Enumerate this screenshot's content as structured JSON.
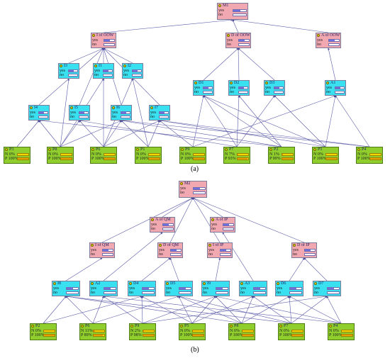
{
  "panels": [
    {
      "caption": "(a)",
      "nodes": [
        {
          "id": "M1",
          "label": "M1",
          "kind": "pink",
          "rows": [
            "yes",
            "no"
          ]
        },
        {
          "id": "IOOW",
          "label": "I of OOW",
          "kind": "pink",
          "rows": [
            "yes",
            "no"
          ]
        },
        {
          "id": "DOOW",
          "label": "D of OOW",
          "kind": "pink",
          "rows": [
            "yes",
            "no"
          ]
        },
        {
          "id": "AOOW",
          "label": "A of OOW",
          "kind": "pink",
          "rows": [
            "yes",
            "no"
          ]
        },
        {
          "id": "I3",
          "label": "I3",
          "kind": "cyan",
          "rows": [
            "yes",
            "no"
          ]
        },
        {
          "id": "I1",
          "label": "I1",
          "kind": "cyan",
          "rows": [
            "yes",
            "no"
          ]
        },
        {
          "id": "I2",
          "label": "I2",
          "kind": "cyan",
          "rows": [
            "yes",
            "no"
          ]
        },
        {
          "id": "D1",
          "label": "D1",
          "kind": "cyan",
          "rows": [
            "yes",
            "no"
          ]
        },
        {
          "id": "D2",
          "label": "D2",
          "kind": "cyan",
          "rows": [
            "yes",
            "no"
          ]
        },
        {
          "id": "D3",
          "label": "D3",
          "kind": "cyan",
          "rows": [
            "yes",
            "no"
          ]
        },
        {
          "id": "A1",
          "label": "A1",
          "kind": "cyan",
          "rows": [
            "yes",
            "no"
          ]
        },
        {
          "id": "I4",
          "label": "I4",
          "kind": "cyan",
          "rows": [
            "yes",
            "no"
          ]
        },
        {
          "id": "I5",
          "label": "I5",
          "kind": "cyan",
          "rows": [
            "yes",
            "no"
          ]
        },
        {
          "id": "I6",
          "label": "I6",
          "kind": "cyan",
          "rows": [
            "yes",
            "no"
          ]
        },
        {
          "id": "I7",
          "label": "I7",
          "kind": "cyan",
          "rows": [
            "yes",
            "no"
          ]
        },
        {
          "id": "P3a",
          "label": "P3",
          "kind": "green",
          "rows": [
            "N 0%",
            "P 100%"
          ]
        },
        {
          "id": "P8a",
          "label": "P8",
          "kind": "green",
          "rows": [
            "N 0%",
            "P 100%"
          ]
        },
        {
          "id": "P6a",
          "label": "P6",
          "kind": "green",
          "rows": [
            "N 0%",
            "P 100%"
          ]
        },
        {
          "id": "P1a",
          "label": "P1",
          "kind": "green",
          "rows": [
            "N 0%",
            "P 100%"
          ]
        },
        {
          "id": "P9a",
          "label": "P9",
          "kind": "green",
          "rows": [
            "N 0%",
            "P 100%"
          ]
        },
        {
          "id": "P7a",
          "label": "P7",
          "kind": "green",
          "rows": [
            "N 7%",
            "P 93%"
          ]
        },
        {
          "id": "P2a",
          "label": "P2",
          "kind": "green",
          "rows": [
            "N 1%",
            "P 99%"
          ]
        },
        {
          "id": "P5a",
          "label": "P5",
          "kind": "green",
          "rows": [
            "N 0%",
            "P 100%"
          ]
        },
        {
          "id": "P4a",
          "label": "P4",
          "kind": "green",
          "rows": [
            "N 0%",
            "P 100%"
          ]
        }
      ]
    },
    {
      "caption": "(b)",
      "nodes": [
        {
          "id": "M2",
          "label": "M2",
          "kind": "pink",
          "rows": [
            "yes",
            "no"
          ]
        },
        {
          "id": "AQM",
          "label": "A of QM",
          "kind": "pink",
          "rows": [
            "yes",
            "no"
          ]
        },
        {
          "id": "AIP",
          "label": "A of IP",
          "kind": "pink",
          "rows": [
            "yes",
            "no"
          ]
        },
        {
          "id": "IQM",
          "label": "I of QM",
          "kind": "pink",
          "rows": [
            "yes",
            "no"
          ]
        },
        {
          "id": "DQM",
          "label": "D of QM",
          "kind": "pink",
          "rows": [
            "yes",
            "no"
          ]
        },
        {
          "id": "IIP",
          "label": "I of IP",
          "kind": "pink",
          "rows": [
            "yes",
            "no"
          ]
        },
        {
          "id": "DIP",
          "label": "D of IP",
          "kind": "pink",
          "rows": [
            "yes",
            "no"
          ]
        },
        {
          "id": "I8",
          "label": "I8",
          "kind": "cyan",
          "rows": [
            "yes",
            "no"
          ]
        },
        {
          "id": "A2",
          "label": "A2",
          "kind": "cyan",
          "rows": [
            "yes",
            "no"
          ]
        },
        {
          "id": "D4",
          "label": "D4",
          "kind": "cyan",
          "rows": [
            "yes",
            "no"
          ]
        },
        {
          "id": "D5",
          "label": "D5",
          "kind": "cyan",
          "rows": [
            "yes",
            "no"
          ]
        },
        {
          "id": "I9",
          "label": "I9",
          "kind": "cyan",
          "rows": [
            "yes",
            "no"
          ]
        },
        {
          "id": "A3",
          "label": "A3",
          "kind": "cyan",
          "rows": [
            "yes",
            "no"
          ]
        },
        {
          "id": "D6",
          "label": "D6",
          "kind": "cyan",
          "rows": [
            "yes",
            "no"
          ]
        },
        {
          "id": "D7",
          "label": "D7",
          "kind": "cyan",
          "rows": [
            "yes",
            "no"
          ]
        },
        {
          "id": "P2b",
          "label": "P2",
          "kind": "green",
          "rows": [
            "N 0%",
            "P 100%"
          ]
        },
        {
          "id": "P6b",
          "label": "P6",
          "kind": "green",
          "rows": [
            "N 11%",
            "P 89%"
          ]
        },
        {
          "id": "P9b",
          "label": "P9",
          "kind": "green",
          "rows": [
            "N 2%",
            "P 98%"
          ]
        },
        {
          "id": "P5b",
          "label": "P5",
          "kind": "green",
          "rows": [
            "N 0%",
            "P 100%"
          ]
        },
        {
          "id": "P8b",
          "label": "P8",
          "kind": "green",
          "rows": [
            "N 0%",
            "P 100%"
          ]
        },
        {
          "id": "P7b",
          "label": "P7",
          "kind": "green",
          "rows": [
            "N 0%",
            "P 100%"
          ]
        },
        {
          "id": "P4b",
          "label": "P4",
          "kind": "green",
          "rows": [
            "N 0%",
            "P 100%"
          ]
        }
      ]
    }
  ],
  "edges": [
    [
      "IOOW",
      "M1"
    ],
    [
      "DOOW",
      "M1"
    ],
    [
      "AOOW",
      "M1"
    ],
    [
      "I3",
      "IOOW"
    ],
    [
      "I1",
      "IOOW"
    ],
    [
      "I2",
      "IOOW"
    ],
    [
      "I4",
      "IOOW"
    ],
    [
      "I5",
      "IOOW"
    ],
    [
      "I6",
      "IOOW"
    ],
    [
      "I7",
      "IOOW"
    ],
    [
      "D1",
      "DOOW"
    ],
    [
      "D2",
      "DOOW"
    ],
    [
      "D3",
      "DOOW"
    ],
    [
      "A1",
      "AOOW"
    ],
    [
      "P3a",
      "I4"
    ],
    [
      "P8a",
      "I4"
    ],
    [
      "P8a",
      "I5"
    ],
    [
      "P6a",
      "I5"
    ],
    [
      "P8a",
      "I6"
    ],
    [
      "P6a",
      "I6"
    ],
    [
      "P1a",
      "I6"
    ],
    [
      "P6a",
      "I7"
    ],
    [
      "P9a",
      "I7"
    ],
    [
      "P1a",
      "I7"
    ],
    [
      "P8a",
      "I3"
    ],
    [
      "P6a",
      "I1"
    ],
    [
      "P1a",
      "I2"
    ],
    [
      "P8a",
      "I1"
    ],
    [
      "P6a",
      "I2"
    ],
    [
      "P9a",
      "D1"
    ],
    [
      "P7a",
      "D1"
    ],
    [
      "P7a",
      "D2"
    ],
    [
      "P2a",
      "D2"
    ],
    [
      "P7a",
      "D3"
    ],
    [
      "P5a",
      "D3"
    ],
    [
      "P9a",
      "A1"
    ],
    [
      "P4a",
      "A1"
    ],
    [
      "P5a",
      "A1"
    ],
    [
      "P2a",
      "I6"
    ],
    [
      "P5a",
      "I7"
    ],
    [
      "P4a",
      "I6"
    ],
    [
      "P7a",
      "I5"
    ],
    [
      "P2a",
      "I4"
    ],
    [
      "P4a",
      "I7"
    ],
    [
      "P5a",
      "D1"
    ],
    [
      "P2a",
      "D1"
    ],
    [
      "IQM",
      "M2"
    ],
    [
      "DQM",
      "M2"
    ],
    [
      "IIP",
      "M2"
    ],
    [
      "DIP",
      "M2"
    ],
    [
      "AQM",
      "M2"
    ],
    [
      "AIP",
      "M2"
    ],
    [
      "I8",
      "IQM"
    ],
    [
      "A2",
      "AQM"
    ],
    [
      "D4",
      "DQM"
    ],
    [
      "D5",
      "DQM"
    ],
    [
      "I9",
      "IIP"
    ],
    [
      "A3",
      "AIP"
    ],
    [
      "D6",
      "DIP"
    ],
    [
      "D7",
      "DIP"
    ],
    [
      "P2b",
      "I8"
    ],
    [
      "P6b",
      "I8"
    ],
    [
      "P6b",
      "A2"
    ],
    [
      "P9b",
      "D4"
    ],
    [
      "P9b",
      "A2"
    ],
    [
      "P5b",
      "D5"
    ],
    [
      "P5b",
      "I9"
    ],
    [
      "P8b",
      "D5"
    ],
    [
      "P8b",
      "I9"
    ],
    [
      "P8b",
      "A3"
    ],
    [
      "P7b",
      "A3"
    ],
    [
      "P7b",
      "D6"
    ],
    [
      "P4b",
      "D6"
    ],
    [
      "P4b",
      "D7"
    ],
    [
      "P7b",
      "D7"
    ],
    [
      "P2b",
      "D4"
    ],
    [
      "P6b",
      "D5"
    ],
    [
      "P9b",
      "I9"
    ],
    [
      "P5b",
      "A3"
    ],
    [
      "P8b",
      "D6"
    ],
    [
      "P7b",
      "I8"
    ],
    [
      "P4b",
      "A2"
    ],
    [
      "P9b",
      "D7"
    ],
    [
      "P5b",
      "D4"
    ],
    [
      "P8b",
      "I8"
    ],
    [
      "P7b",
      "D5"
    ],
    [
      "P4b",
      "I9"
    ]
  ]
}
